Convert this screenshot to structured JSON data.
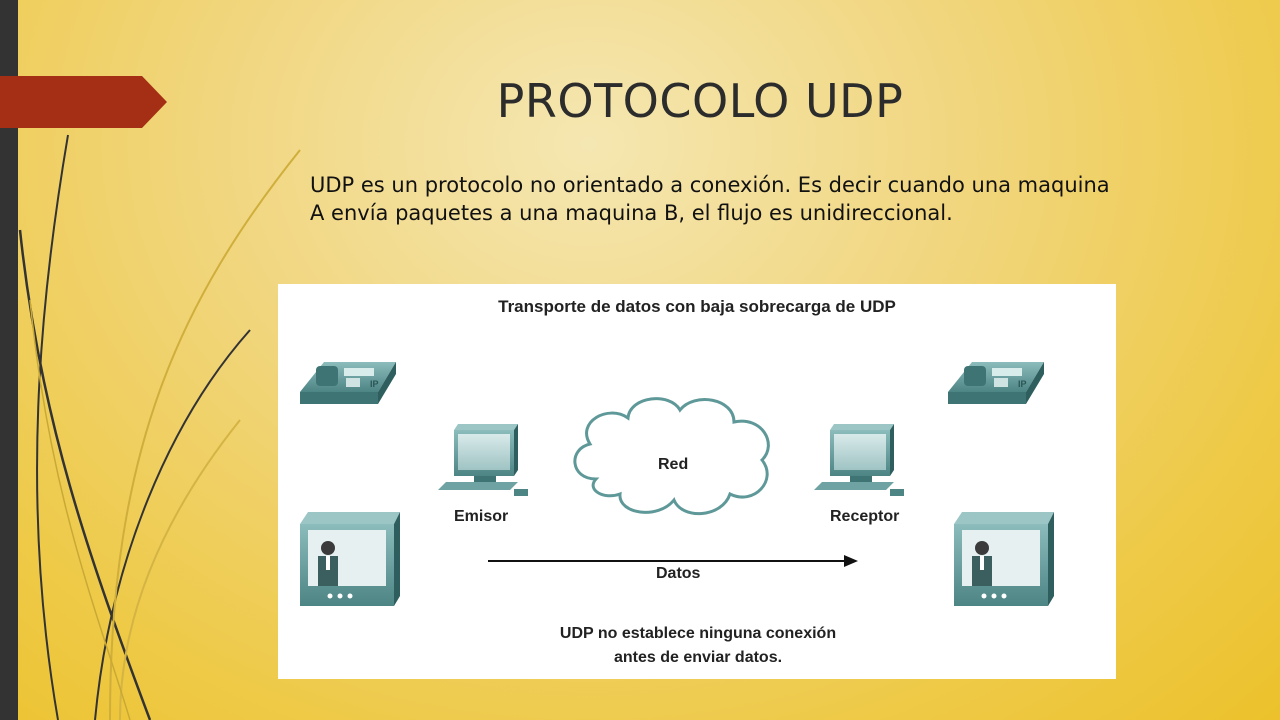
{
  "slide": {
    "title": "PROTOCOLO UDP",
    "body": "UDP es un protocolo no orientado a conexión. Es decir cuando una maquina A envía paquetes a una maquina B, el flujo es unidireccional."
  },
  "figure": {
    "title": "Transporte de datos con baja sobrecarga de UDP",
    "cloud_label": "Red",
    "sender_label": "Emisor",
    "receiver_label": "Receptor",
    "arrow_label": "Datos",
    "note_line1": "UDP no establece ninguna conexión",
    "note_line2": "antes de enviar datos.",
    "phone_badge": "IP"
  },
  "colors": {
    "accent": "#a52f14",
    "device_teal": "#5f9898",
    "left_bar": "#333334"
  },
  "icons": [
    "ip-phone-icon",
    "computer-icon",
    "cloud-icon",
    "video-monitor-icon",
    "arrow-icon"
  ]
}
